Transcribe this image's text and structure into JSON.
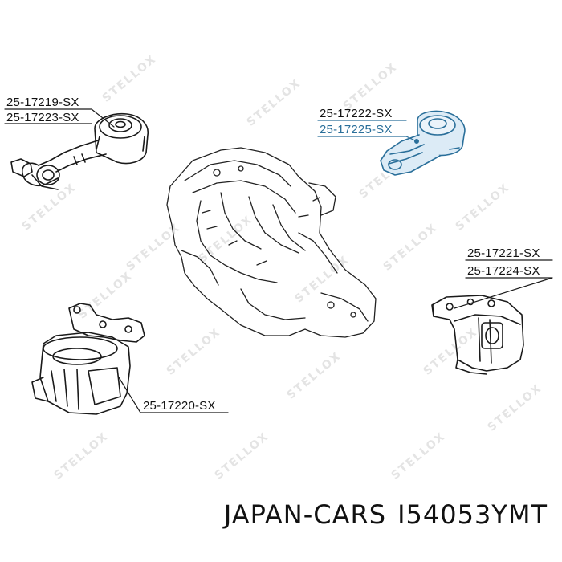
{
  "watermark": "STELLOX",
  "colors": {
    "line": "#1a1a1a",
    "highlight": "#2a6f9a",
    "highlight_fill": "#dcebf6",
    "engine": "#222222",
    "watermark": "#e4e4e4"
  },
  "labels": {
    "mount_top_left_a": "25-17219-SX",
    "mount_top_left_b": "25-17223-SX",
    "mount_top_right_a": "25-17222-SX",
    "mount_top_right_b": "25-17225-SX",
    "mount_right_a": "25-17221-SX",
    "mount_right_b": "25-17224-SX",
    "mount_bottom_left": "25-17220-SX"
  },
  "footer": {
    "brand": "JAPAN-CARS",
    "part_number": "I54053YMT"
  }
}
